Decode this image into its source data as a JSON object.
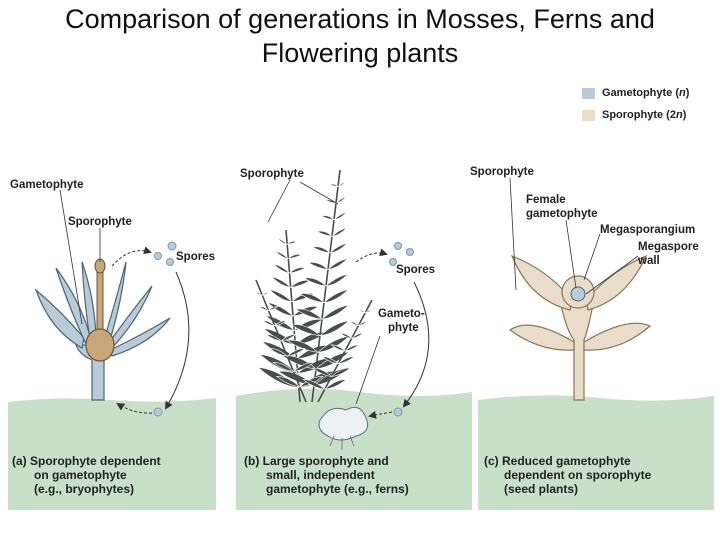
{
  "title_line1": "Comparison of generations in Mosses, Ferns and",
  "title_line2": "Flowering plants",
  "legend": {
    "gametophyte_text": "Gametophyte (",
    "gametophyte_ploidy": "n",
    "gametophyte_close": ")",
    "sporophyte_text": "Sporophyte (2",
    "sporophyte_ploidy": "n",
    "sporophyte_close": ")",
    "gametophyte_color": "#b7cbd8",
    "sporophyte_color": "#e9dcc8"
  },
  "panel_a": {
    "label_gametophyte": "Gametophyte",
    "label_sporophyte": "Sporophyte",
    "label_spores": "Spores",
    "caption_1": "(a) Sporophyte dependent",
    "caption_2": "on gametophyte",
    "caption_3": "(e.g., bryophytes)"
  },
  "panel_b": {
    "label_sporophyte": "Sporophyte",
    "label_spores": "Spores",
    "label_gametophyte_1": "Gameto-",
    "label_gametophyte_2": "phyte",
    "caption_1": "(b) Large sporophyte and",
    "caption_2": "small, independent",
    "caption_3": "gametophyte (e.g., ferns)"
  },
  "panel_c": {
    "label_sporophyte": "Sporophyte",
    "label_female_1": "Female",
    "label_female_2": "gametophyte",
    "label_megasporangium": "Megasporangium",
    "label_megaspore_1": "Megaspore",
    "label_megaspore_2": "wall",
    "caption_1": "(c) Reduced gametophyte",
    "caption_2": "dependent on sporophyte",
    "caption_3": "(seed plants)"
  },
  "colors": {
    "ground": "#c8dfc8",
    "gametophyte": "#b7cbd8",
    "sporophyte_moss": "#c7a77a",
    "sporophyte_light": "#e9dcc8",
    "fern": "#4a4d4d"
  }
}
